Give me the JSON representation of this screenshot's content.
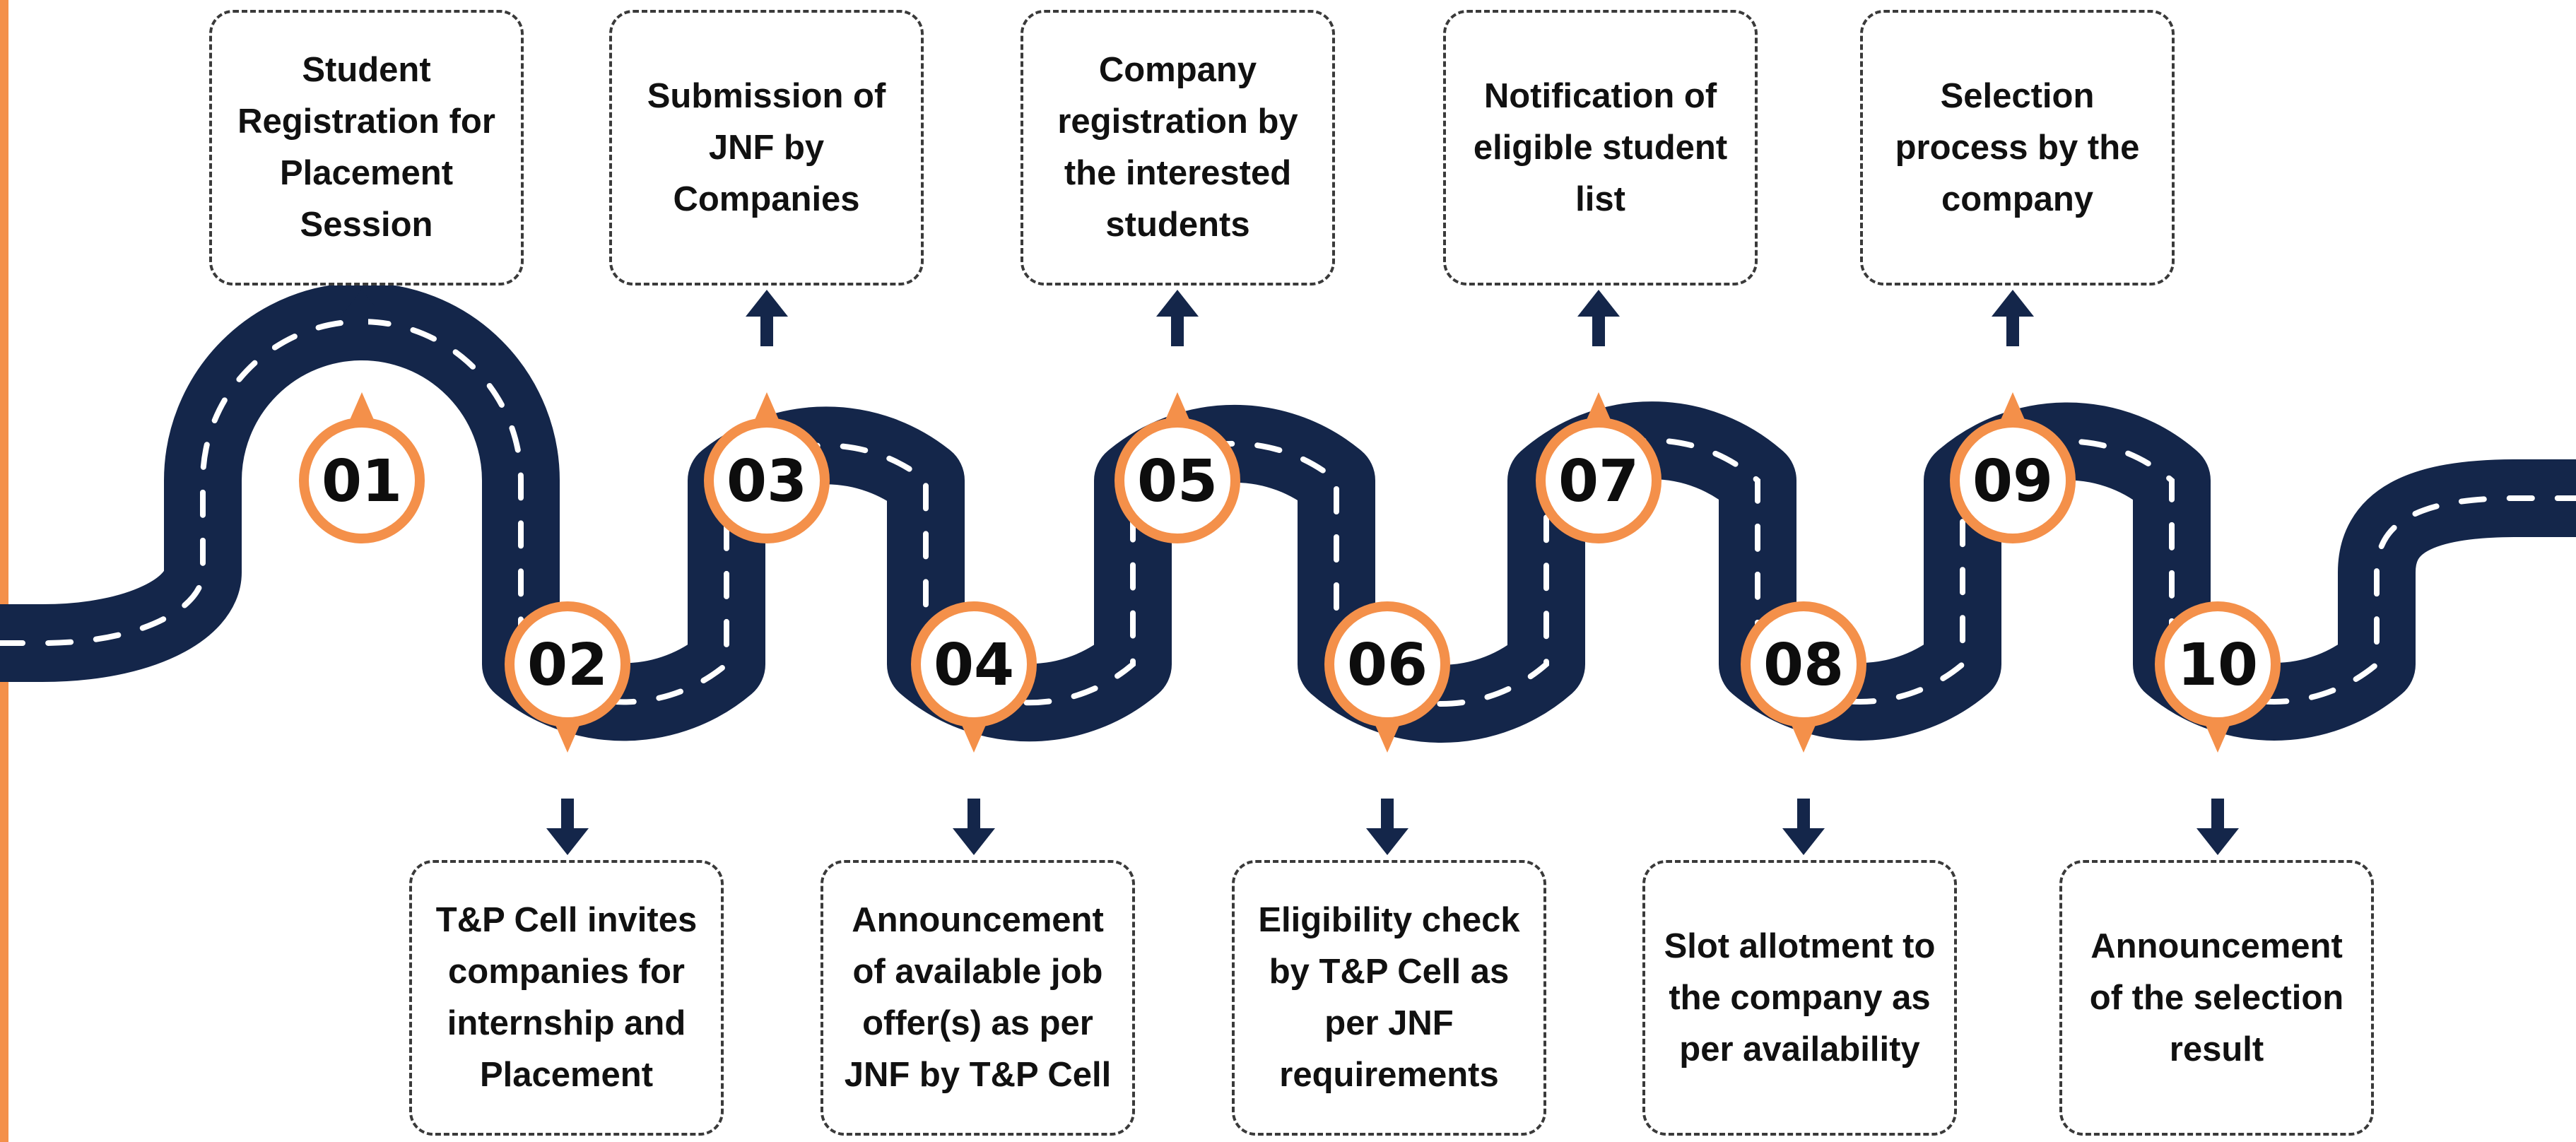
{
  "colors": {
    "road": "#14264A",
    "lane": "#ffffff",
    "accent": "#F4904A",
    "box_border": "#3a3a3a",
    "text": "#111111"
  },
  "steps": [
    {
      "number": "01",
      "text": "Student Registration for Placement Session",
      "position": "top"
    },
    {
      "number": "02",
      "text": "T&P Cell invites companies for internship and Placement",
      "position": "bottom"
    },
    {
      "number": "03",
      "text": "Submission of JNF by Companies",
      "position": "top"
    },
    {
      "number": "04",
      "text": "Announcement of available job offer(s) as per JNF by T&P Cell",
      "position": "bottom"
    },
    {
      "number": "05",
      "text": "Company registration by the interested students",
      "position": "top"
    },
    {
      "number": "06",
      "text": "Eligibility check by T&P Cell as per JNF requirements",
      "position": "bottom"
    },
    {
      "number": "07",
      "text": "Notification of eligible student list",
      "position": "top"
    },
    {
      "number": "08",
      "text": "Slot allotment to the company as per availability",
      "position": "bottom"
    },
    {
      "number": "09",
      "text": "Selection process by the company",
      "position": "top"
    },
    {
      "number": "10",
      "text": "Announcement of the selection result",
      "position": "bottom"
    }
  ]
}
